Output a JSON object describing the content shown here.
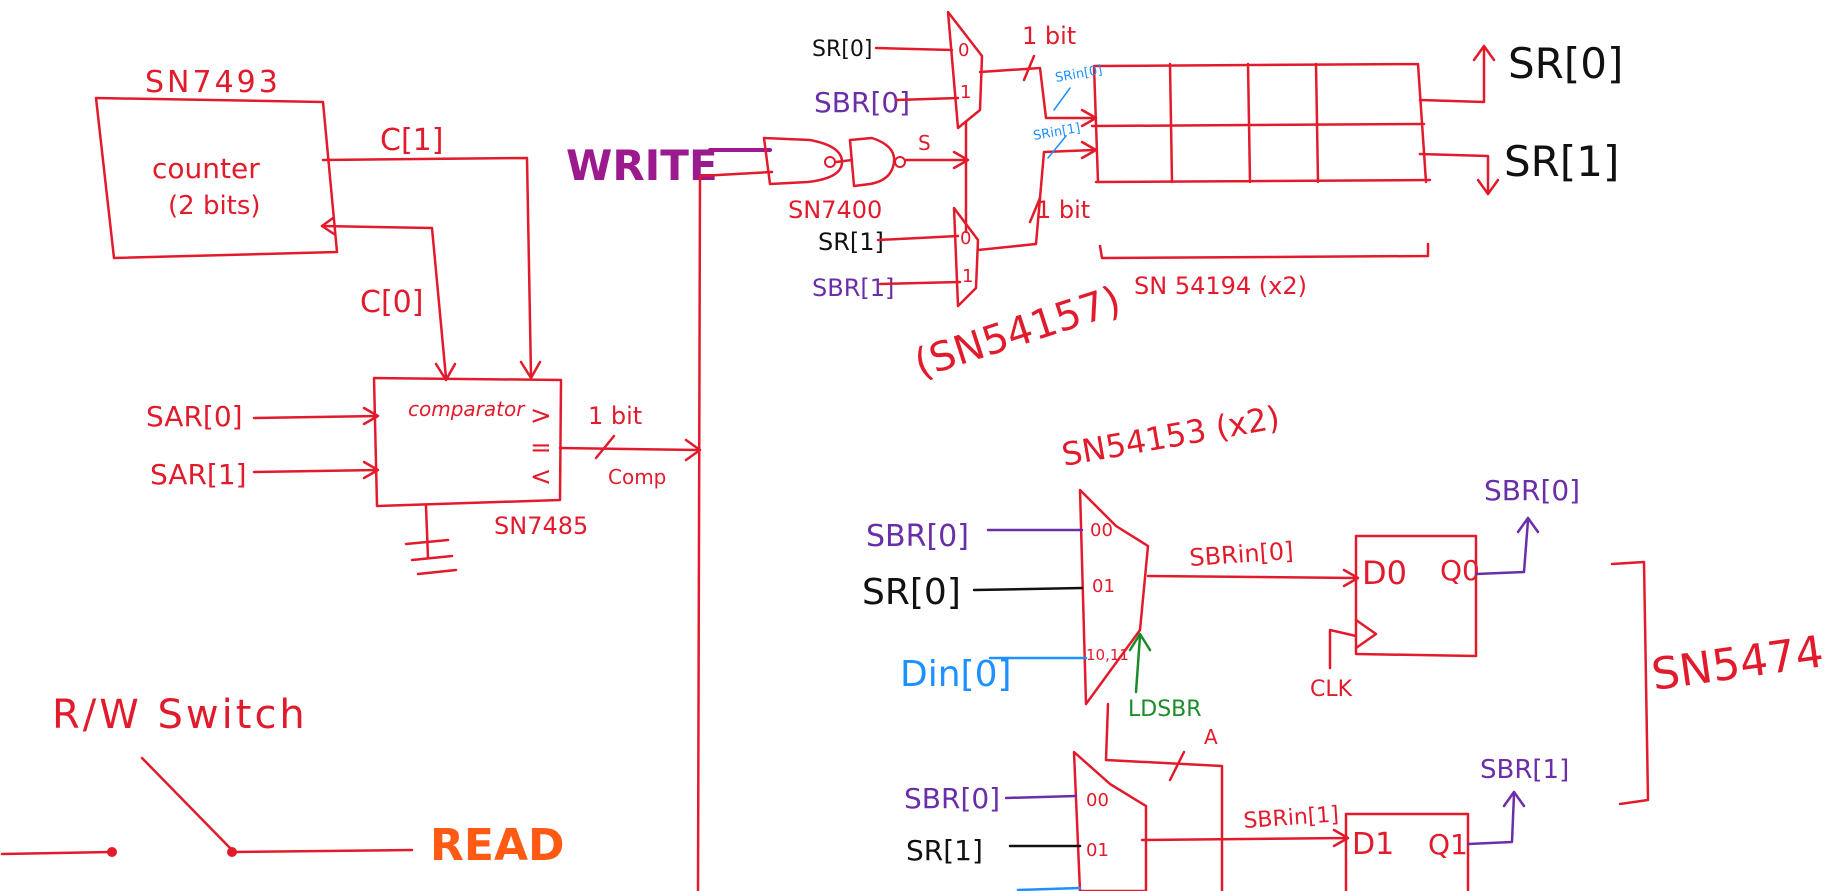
{
  "colors": {
    "red": "#e21b2c",
    "black": "#111111",
    "purple": "#6a2fa8",
    "blue": "#1e90ff",
    "green": "#1a8c2a",
    "magenta": "#9b1b8f",
    "orange": "#ff5a14"
  },
  "counter": {
    "chip": "SN7493",
    "line1": "counter",
    "line2": "(2 bits)",
    "c1": "C[1]",
    "c0": "C[0]"
  },
  "comparator": {
    "label": "comparator",
    "chip": "SN7485",
    "in0": "SAR[0]",
    "in1": "SAR[1]",
    "gt": ">",
    "eq": "=",
    "lt": "<",
    "bit_label": "1 bit",
    "comp": "Comp"
  },
  "rw": {
    "title": "R/W Switch",
    "write": "WRITE",
    "read": "READ"
  },
  "nand": {
    "chip": "SN7400",
    "s": "S"
  },
  "mux_top": {
    "in_sr0": "SR[0]",
    "in_sbr0": "SBR[0]",
    "in_sr1": "SR[1]",
    "in_sbr1": "SBR[1]",
    "sel0": "0",
    "sel1": "1",
    "bit_top": "1 bit",
    "bit_bottom": "1 bit",
    "chip": "(SN54157)"
  },
  "shift_reg": {
    "srin0": "SRin[0]",
    "srin1": "SRin[1]",
    "out0": "SR[0]",
    "out1": "SR[1]",
    "chip": "SN 54194 (x2)"
  },
  "mux_bottom": {
    "chip": "SN54153 (x2)",
    "m1_in_sbr0": "SBR[0]",
    "m1_in_sr0": "SR[0]",
    "m1_in_din0": "Din[0]",
    "m2_in_sbr0": "SBR[0]",
    "m2_in_sr1": "SR[1]",
    "sel00": "00",
    "sel01": "01",
    "sel1011": "10,11",
    "ldsbr": "LDSBR",
    "a": "A",
    "sbrin0": "SBRin[0]",
    "sbrin1": "SBRin[1]"
  },
  "flipflops": {
    "d0": "D0",
    "q0": "Q0",
    "d1": "D1",
    "q1": "Q1",
    "clk": "CLK",
    "out0": "SBR[0]",
    "out1": "SBR[1]",
    "chip": "SN5474"
  }
}
